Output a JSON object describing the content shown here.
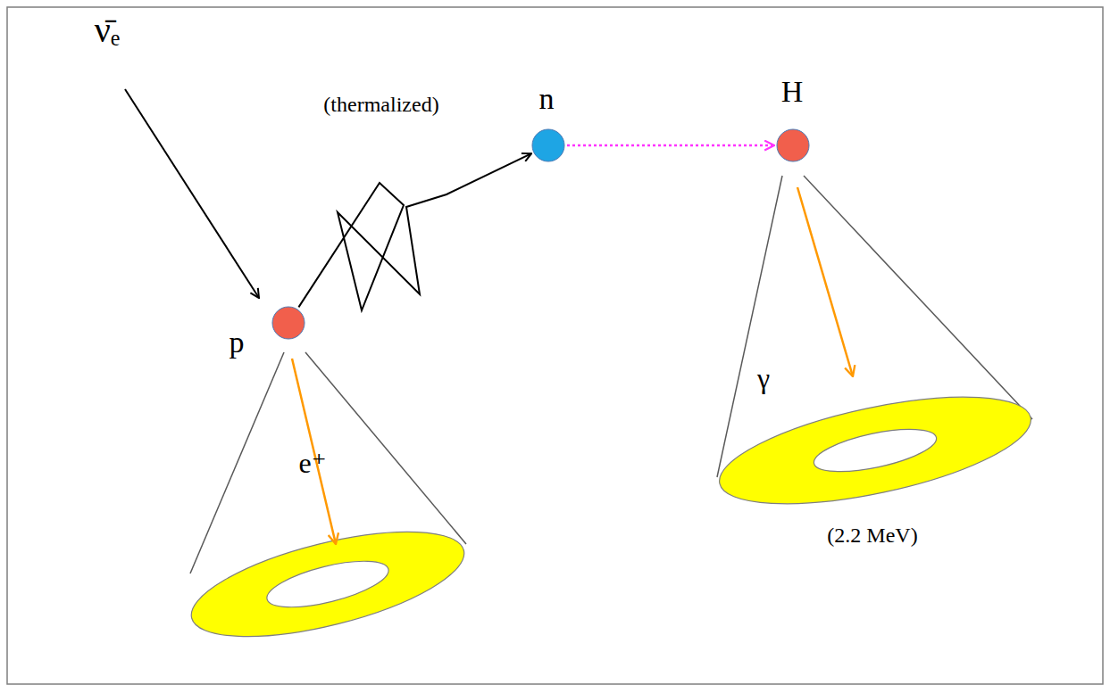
{
  "diagram": {
    "nodes": [
      {
        "text": [
          "p"
        ]
      },
      {
        "text": [
          "n"
        ]
      },
      {
        "text": [
          "H"
        ]
      }
    ],
    "edges": [
      {
        "from": 0,
        "to": 1,
        "arrow": "to"
      },
      {
        "from": 1,
        "to": 2,
        "arrow": "to"
      }
    ],
    "labels": [
      "ν̄ₑ",
      "(thermalized)",
      "e⁺",
      "γ",
      "(2.2 MeV)"
    ]
  }
}
